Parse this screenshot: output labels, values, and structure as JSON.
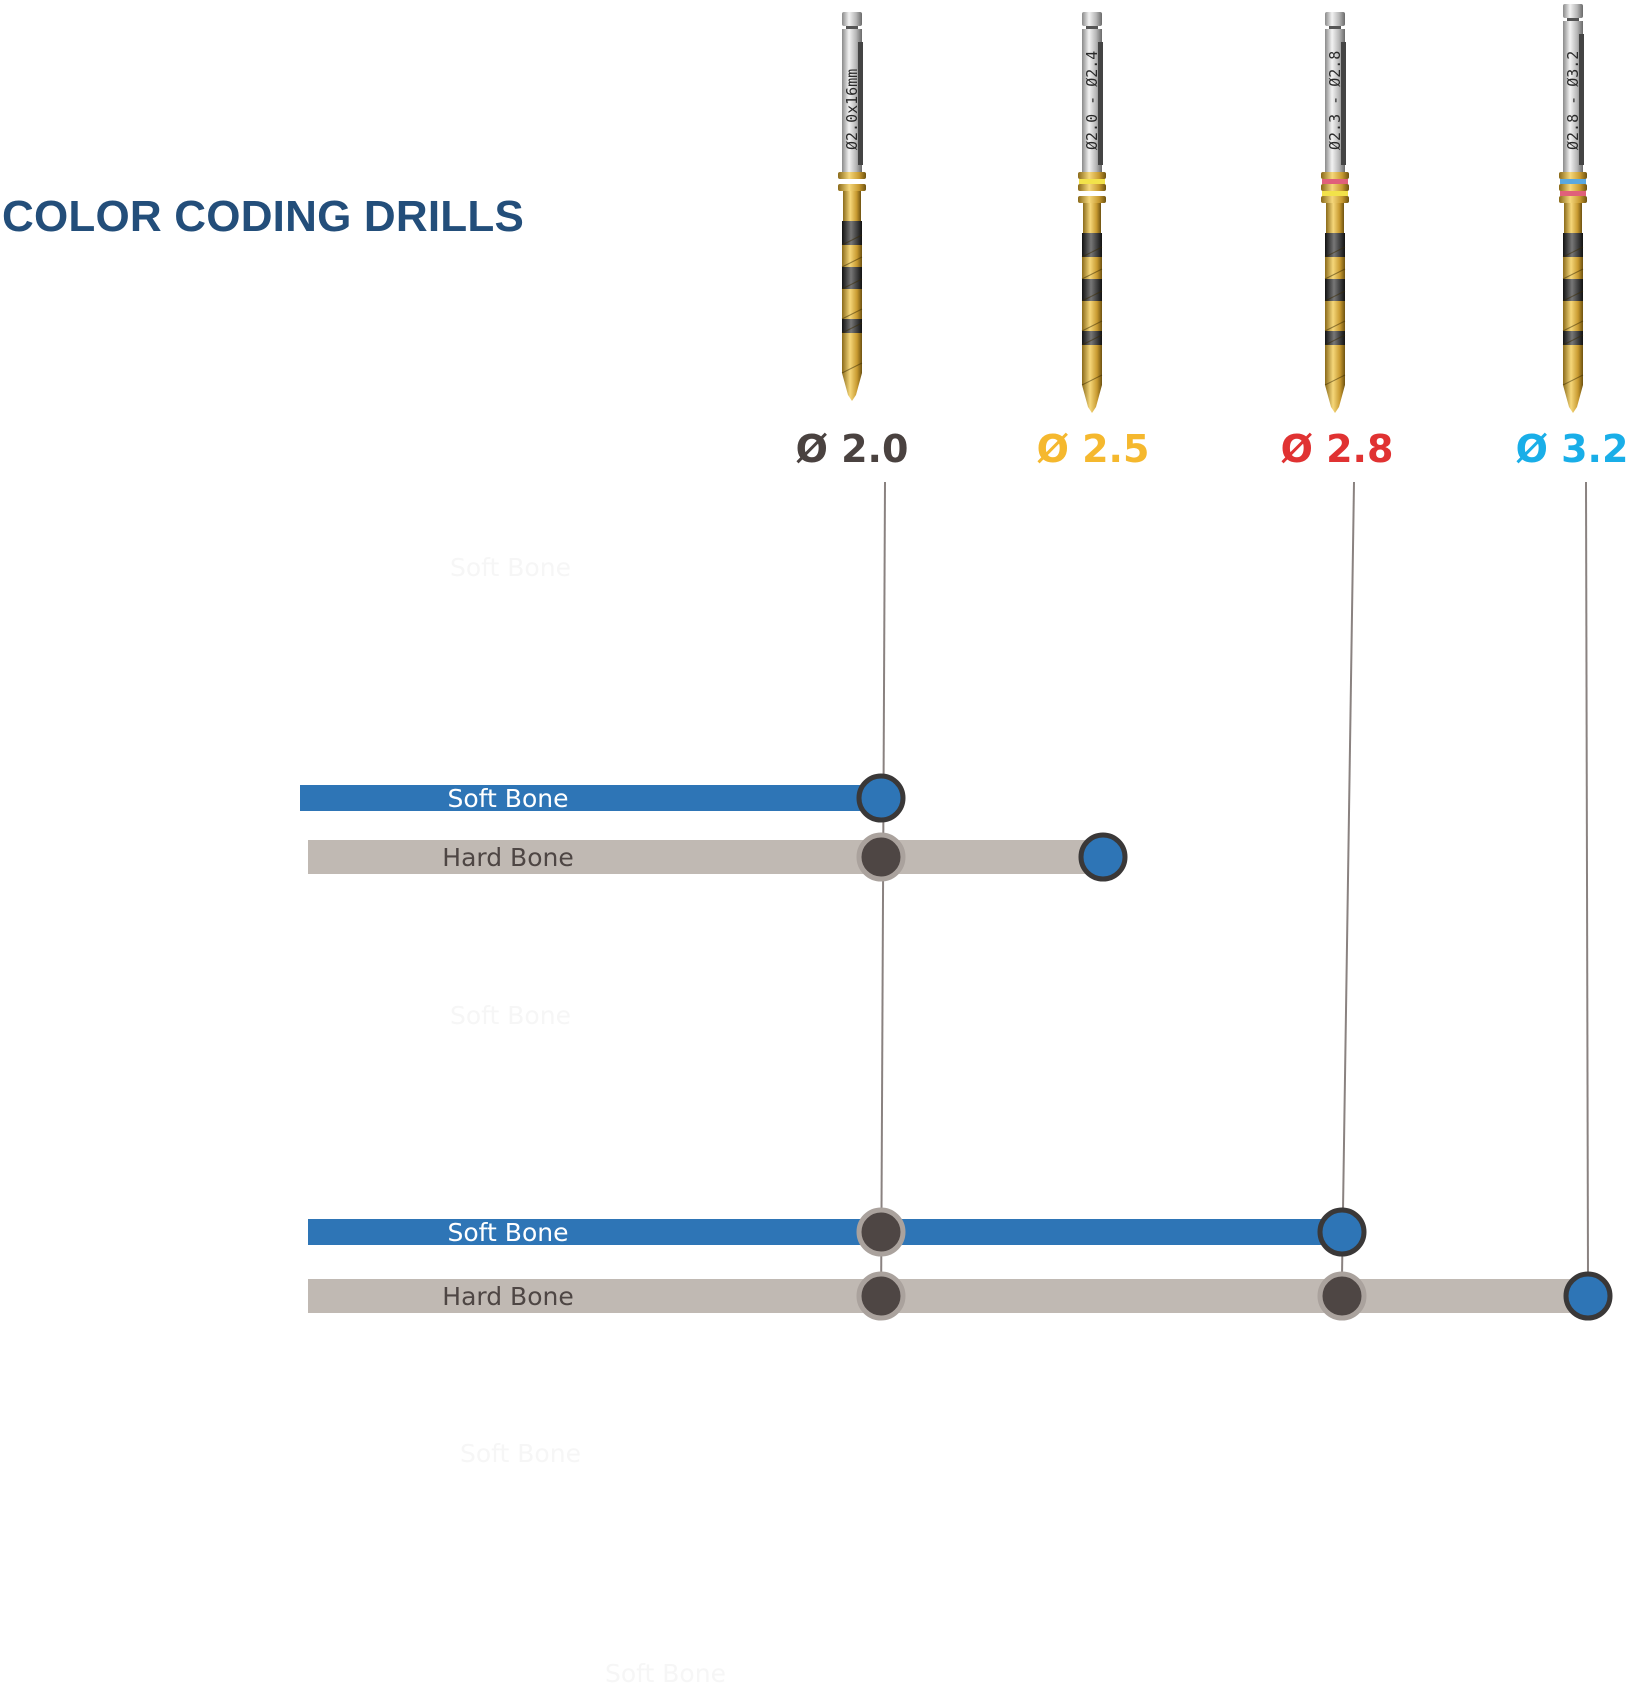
{
  "title": "COLOR CODING DRILLS",
  "colors": {
    "title": "#234e7a",
    "soft_bar": "#2e75b6",
    "hard_bar": "#c0b9b3",
    "connector_line": "#8a8280",
    "active_marker_fill": "#2e75b6",
    "active_marker_ring": "#3a3838",
    "passive_marker_fill": "#4e4644",
    "passive_marker_ring": "#aaa29d",
    "soft_label_text": "#ffffff",
    "hard_label_text": "#4e4644"
  },
  "drills": [
    {
      "id": "d20",
      "label": "Ø 2.0",
      "etching": "Ø2.0x16mm",
      "label_color": "#4a4240",
      "rings": [
        "#ffffff"
      ]
    },
    {
      "id": "d25",
      "label": "Ø 2.5",
      "etching": "Ø2.0 - Ø2.4",
      "label_color": "#f5b82e",
      "rings": [
        "#f2e24a",
        "#ffffff"
      ]
    },
    {
      "id": "d28",
      "label": "Ø 2.8",
      "etching": "Ø2.3 - Ø2.8",
      "label_color": "#e03232",
      "rings": [
        "#e0607a",
        "#f2e24a"
      ]
    },
    {
      "id": "d32",
      "label": "Ø 3.2",
      "etching": "Ø2.8 - Ø3.2",
      "label_color": "#19aee8",
      "rings": [
        "#5aa8e0",
        "#e0607a"
      ]
    }
  ],
  "protocols": [
    {
      "ghost_label": "Soft Bone",
      "rows": [
        {
          "label": "Soft Bone",
          "type": "soft",
          "steps": [
            "d20"
          ],
          "final": "d20"
        },
        {
          "label": "Hard Bone",
          "type": "hard",
          "steps": [
            "d20",
            "d25"
          ],
          "final": "d25"
        }
      ]
    },
    {
      "ghost_label": "Soft Bone",
      "rows": [
        {
          "label": "Soft Bone",
          "type": "soft",
          "steps": [
            "d20",
            "d28"
          ],
          "final": "d28"
        },
        {
          "label": "Hard Bone",
          "type": "hard",
          "steps": [
            "d20",
            "d28",
            "d32"
          ],
          "final": "d32"
        }
      ]
    }
  ],
  "ghost_labels": [
    "Soft Bone",
    "Soft Bone"
  ]
}
